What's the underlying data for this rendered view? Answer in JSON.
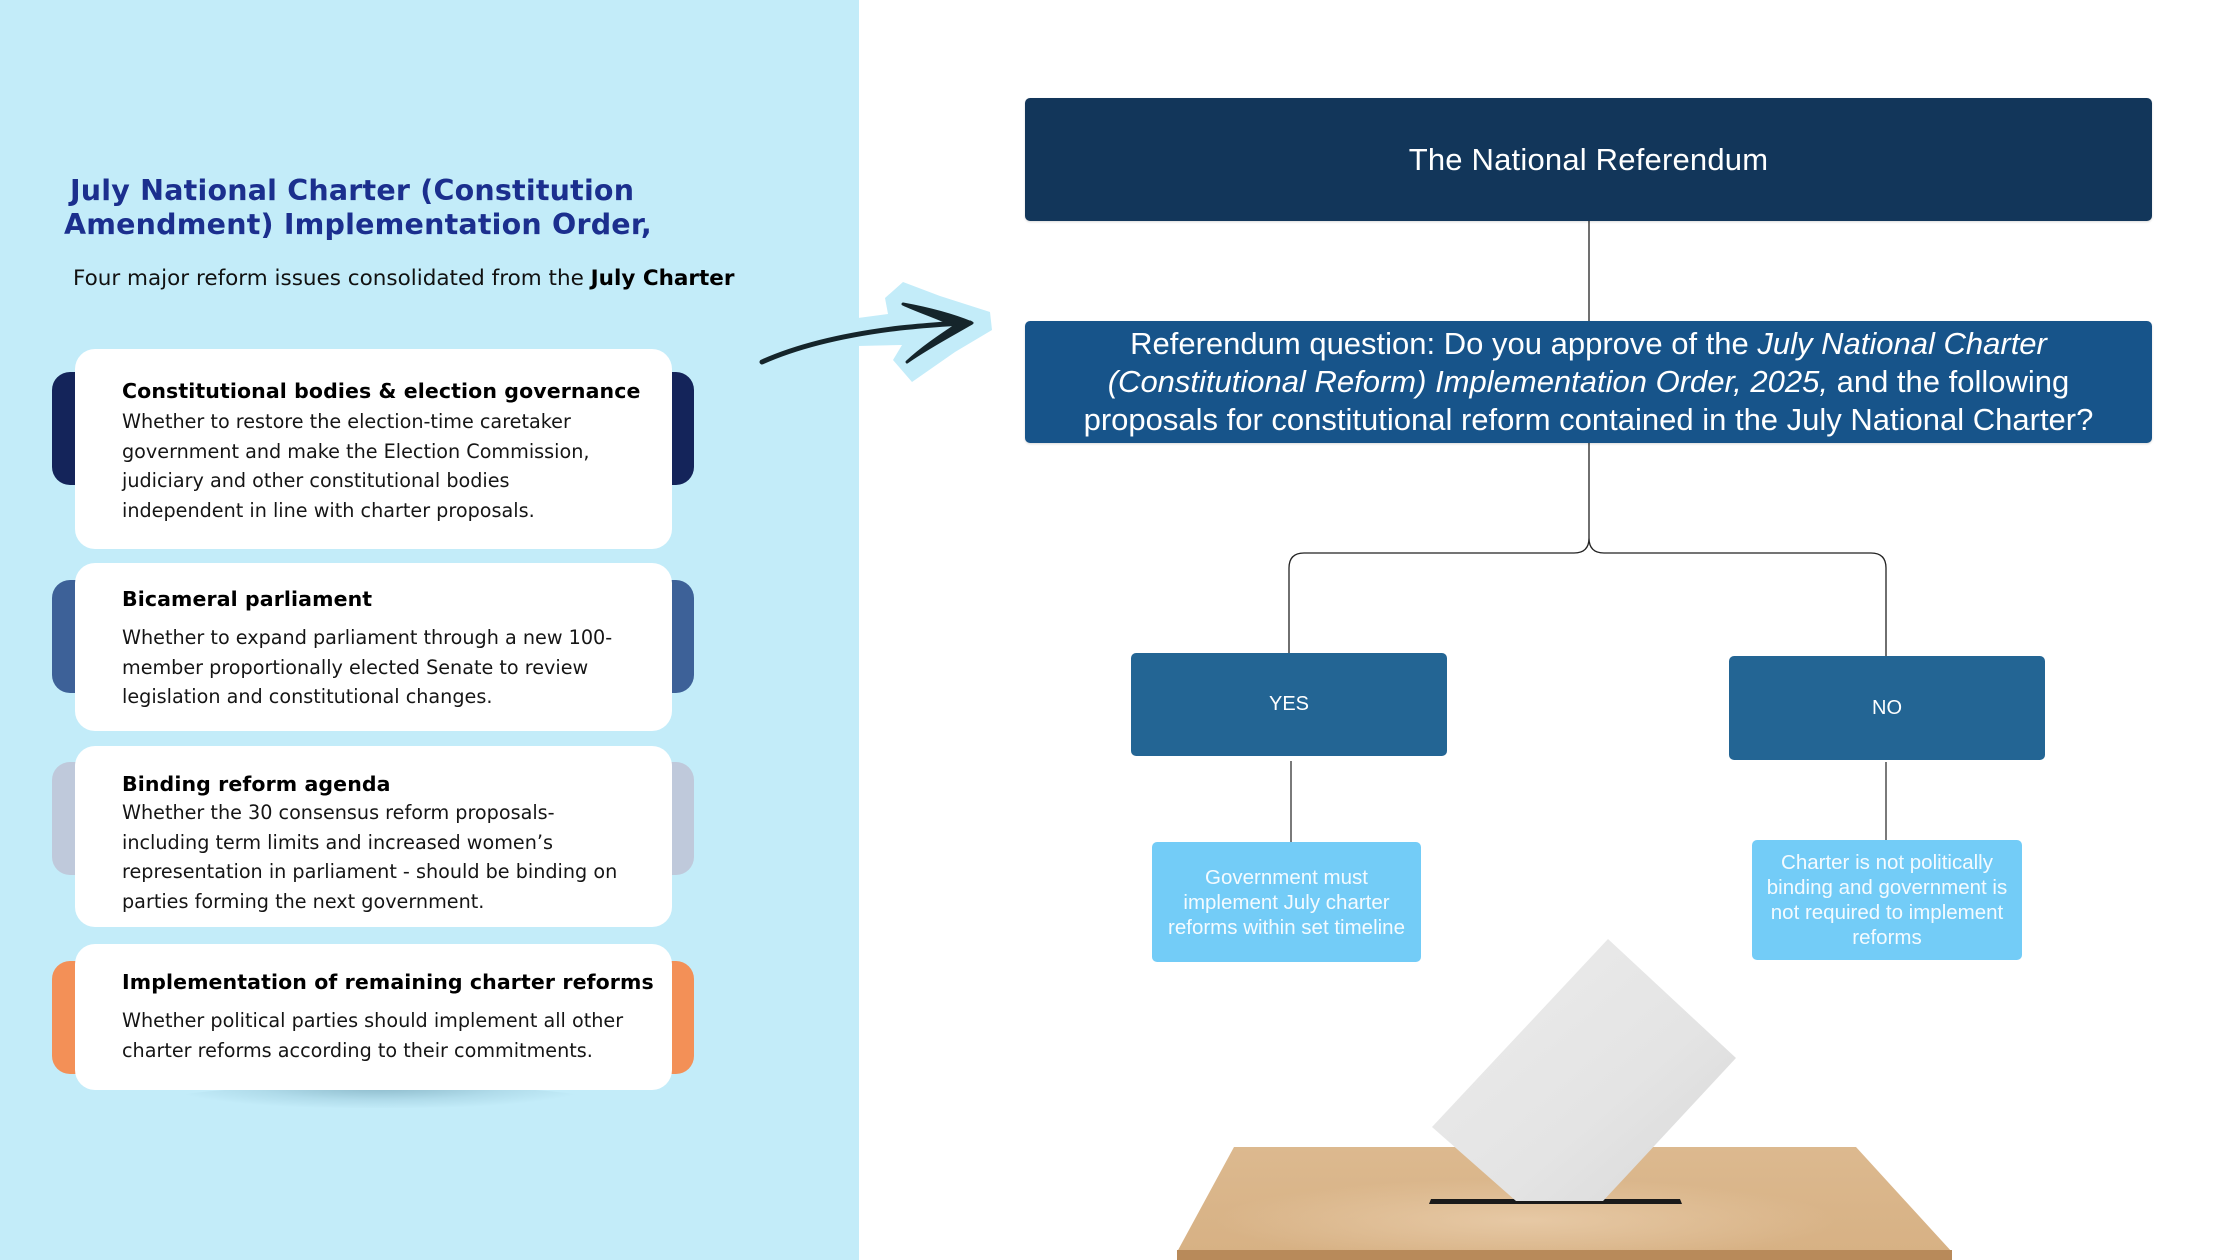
{
  "left_panel": {
    "title_lines": [
      "July National Charter (Constitution",
      "Amendment) Implementation Order,"
    ],
    "subtitle": {
      "prefix": "Four major reform issues consolidated from the ",
      "emphasis": "July Charter"
    },
    "issues": [
      {
        "title": "Constitutional bodies & election governance",
        "body": "Whether to restore the election-time caretaker government and make the Election Commission, judiciary and other constitutional bodies independent in line with charter proposals.",
        "tab_color": "#14245a"
      },
      {
        "title": "Bicameral parliament",
        "body": "Whether to expand parliament through a new 100-member proportionally elected Senate to review legislation and constitutional changes.",
        "tab_color": "#3d6198"
      },
      {
        "title": "Binding reform agenda",
        "body": "Whether the 30 consensus reform proposals- including term limits and increased women’s representation in parliament - should be binding on parties forming the next government.",
        "tab_color": "#bfc9db"
      },
      {
        "title": "Implementation of remaining charter reforms",
        "body": "Whether political parties should implement all other charter reforms according to their commitments.",
        "tab_color": "#f39057"
      }
    ],
    "arrow_icon": "hand-drawn-arrow-right-icon"
  },
  "diagram": {
    "title": "The National Referendum",
    "question": {
      "part1": "Referendum question: Do you approve of the ",
      "italic": "July National Charter (Constitutional Reform) Implementation Order, 2025,",
      "part2": " and the following proposals  for constitutional reform contained in the July National Charter?"
    },
    "branches": [
      {
        "label": "YES",
        "outcome": "Government must implement July charter reforms within set timeline"
      },
      {
        "label": "NO",
        "outcome": "Charter is not politically binding and government is not required to implement reforms"
      }
    ],
    "illustration": "ballot-box-icon"
  },
  "colors": {
    "left_background": "#c3ecf9",
    "title_text": "#1b2f8e",
    "title_node": "#12365a",
    "question_node": "#17548a",
    "choice_node": "#236594",
    "outcome_node": "#73ccf7"
  }
}
